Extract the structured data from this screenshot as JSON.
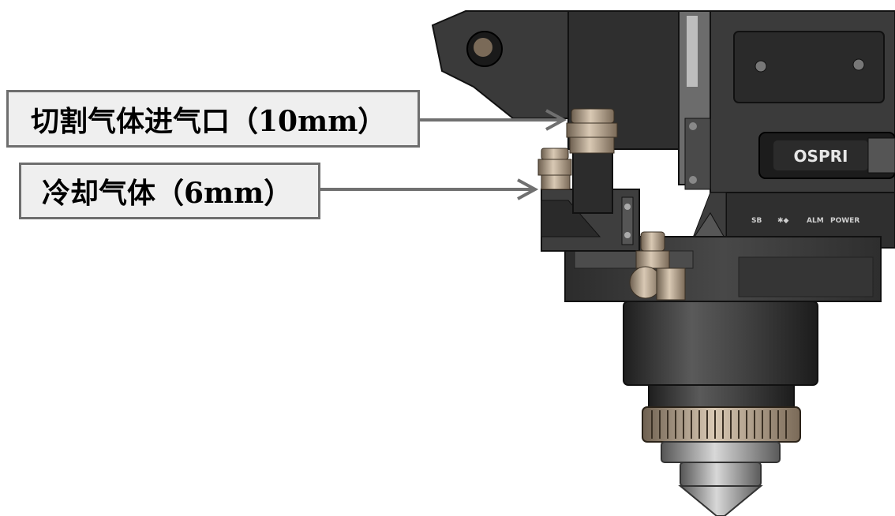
{
  "labels": {
    "cutting_gas": "切割气体进气口（10mm）",
    "cooling_gas": "冷却气体（6mm）"
  },
  "device": {
    "brand": "OSPRI",
    "indicators": [
      "SB",
      "✱◆",
      "ALM",
      "POWER"
    ]
  },
  "colors": {
    "body_dark": "#3d3d3d",
    "fitting_bronze": "#b7a48f",
    "arrow": "#707070",
    "label_bg": "#efefef",
    "label_border": "#6e6e6e"
  }
}
